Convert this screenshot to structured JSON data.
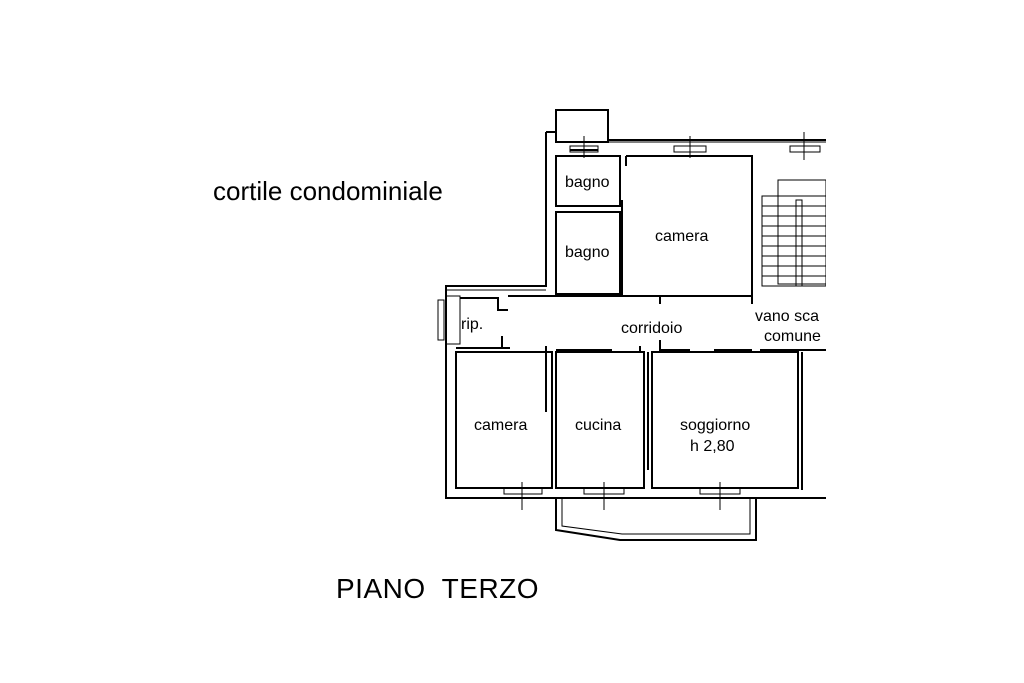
{
  "plan": {
    "courtyard_label": "cortile condominiale",
    "floor_title": "PIANO  TERZO",
    "rooms": {
      "bathroom_small": "bagno",
      "bathroom": "bagno",
      "bedroom_top": "camera",
      "storage": "rip.",
      "hallway": "corridoio",
      "stairwell_line1": "vano sca",
      "stairwell_line2": "comune",
      "bedroom_bottom": "camera",
      "kitchen": "cucina",
      "living_room": "soggiorno",
      "ceiling_height": "h 2,80"
    }
  }
}
